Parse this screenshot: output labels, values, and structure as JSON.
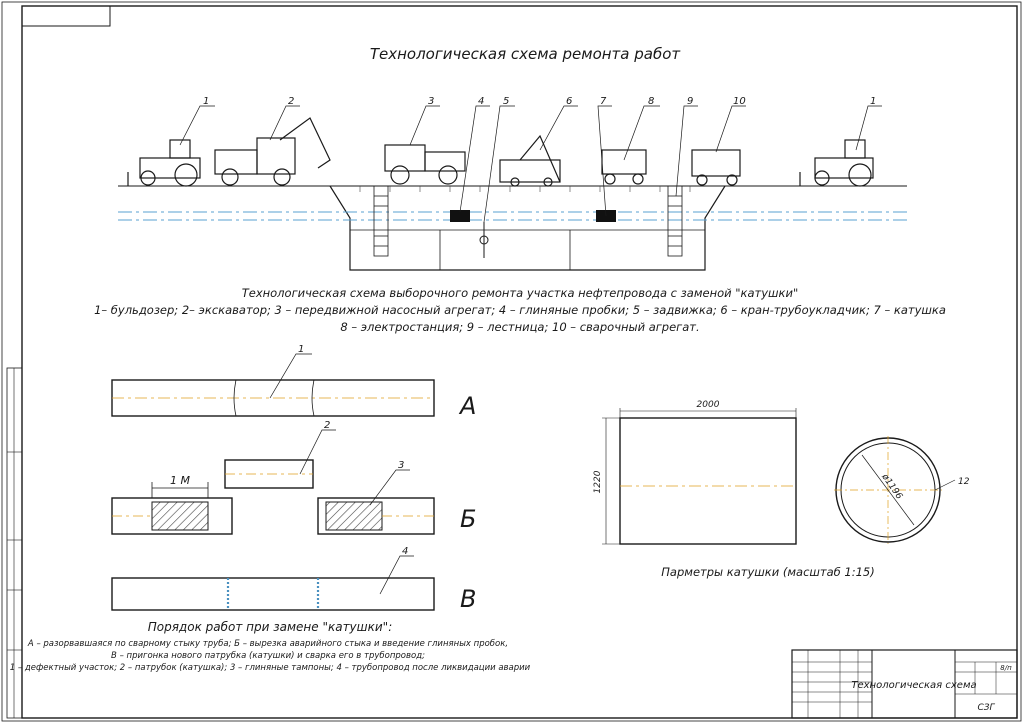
{
  "title": "Технологическая схема ремонта работ",
  "scheme": {
    "callouts": [
      "1",
      "2",
      "3",
      "4",
      "5",
      "6",
      "7",
      "8",
      "9",
      "10",
      "1"
    ],
    "caption_title": "Технологическая схема выборочного ремонта участка нефтепровода с заменой \"катушки\"",
    "legend_line1": "1– бульдозер; 2– экскаватор; 3 – передвижной насосный агрегат; 4 – глиняные пробки; 5 – задвижка; 6 – кран-трубоукладчик; 7 – катушка",
    "legend_line2": "8 – электростанция; 9 – лестница; 10 – сварочный агрегат."
  },
  "stages": {
    "labels": [
      "А",
      "Б",
      "В"
    ],
    "callouts": [
      "1",
      "2",
      "3",
      "4"
    ],
    "dimension_1m": "1 М"
  },
  "coil": {
    "length_label": "2000",
    "diameter_label": "1220",
    "inner_diameter_label": "ø1196",
    "wall_label": "12",
    "caption": "Парметры катушки (масштаб 1:15)"
  },
  "procedure": {
    "heading": "Порядок работ при замене \"катушки\":",
    "line1": "А – разорвавшаяся по сварному стыку труба; Б – вырезка аварийного стыка и введение глиняных пробок,",
    "line2": "В – пригонка нового патрубка (катушки) и сварка его в трубопровод;",
    "line3": "1 – дефектный участок; 2 – патрубок (катушка); 3 – глиняные тампоны; 4 – трубопровод после ликвидации аварии"
  },
  "title_block": {
    "name": "Технологическая схема",
    "code": "СЗГ",
    "sheet": "8/п"
  }
}
